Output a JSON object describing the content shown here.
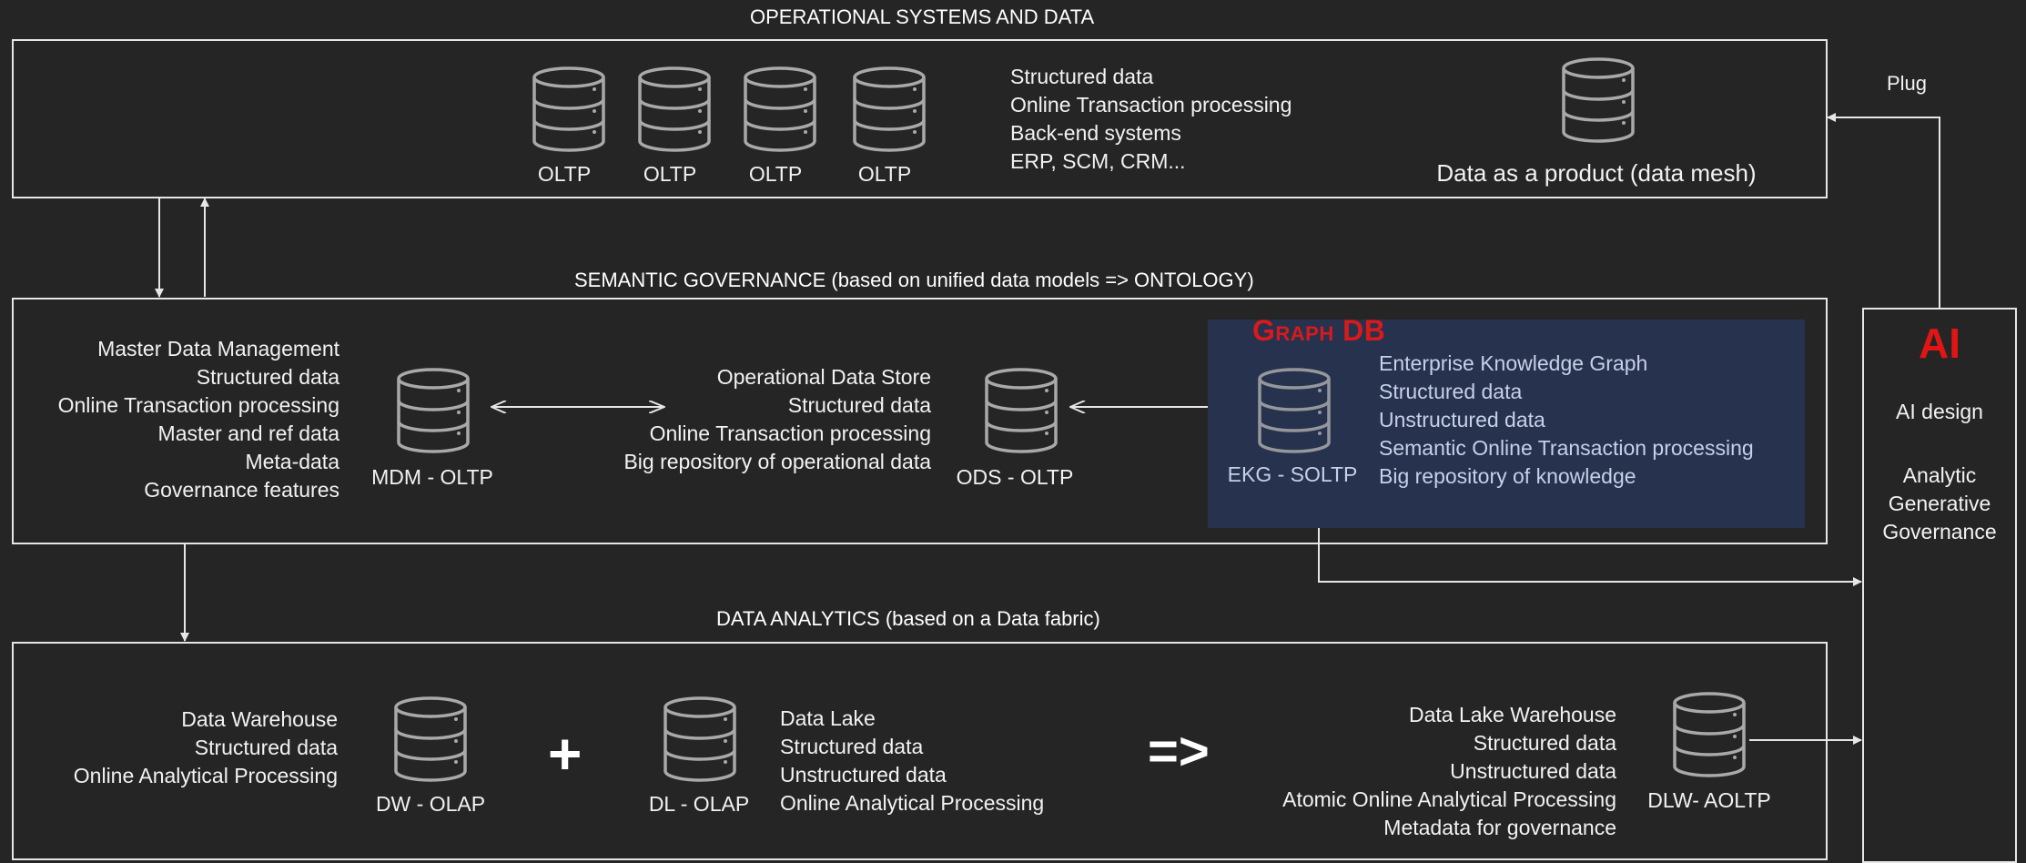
{
  "operational": {
    "title": "OPERATIONAL SYSTEMS AND DATA",
    "oltp_labels": [
      "OLTP",
      "OLTP",
      "OLTP",
      "OLTP"
    ],
    "description": [
      "Structured data",
      "Online Transaction processing",
      "Back-end systems",
      "ERP, SCM, CRM..."
    ],
    "product_label": "Data as a product (data mesh)"
  },
  "plug_label": "Plug",
  "semantic": {
    "title": "SEMANTIC GOVERNANCE (based on unified data models => ONTOLOGY)",
    "mdm_lines": [
      "Master Data Management",
      "Structured data",
      "Online Transaction processing",
      "Master and ref data",
      "Meta-data",
      "Governance features"
    ],
    "mdm_label": "MDM - OLTP",
    "ods_lines": [
      "Operational Data Store",
      "Structured data",
      "Online Transaction processing",
      "Big repository of operational data"
    ],
    "ods_label": "ODS - OLTP",
    "graph_title": "Graph DB",
    "ekg_lines": [
      "Enterprise Knowledge Graph",
      "Structured data",
      "Unstructured data",
      "Semantic Online Transaction processing",
      "Big repository of knowledge"
    ],
    "ekg_label": "EKG - SOLTP"
  },
  "analytics": {
    "title": "DATA ANALYTICS (based on a Data fabric)",
    "dw_lines": [
      "Data Warehouse",
      "Structured data",
      "Online Analytical Processing"
    ],
    "dw_label": "DW - OLAP",
    "plus": "+",
    "dl_label": "DL - OLAP",
    "dl_lines": [
      "Data Lake",
      "Structured data",
      "Unstructured data",
      "Online Analytical Processing"
    ],
    "implies": "=>",
    "dlw_lines": [
      "Data Lake Warehouse",
      "Structured data",
      "Unstructured data",
      "Atomic Online Analytical Processing",
      "Metadata for governance"
    ],
    "dlw_label": "DLW- AOLTP"
  },
  "ai": {
    "title": "AI",
    "design": "AI design",
    "lines": [
      "Analytic",
      "Generative",
      "Governance"
    ]
  },
  "colors": {
    "background": "#252525",
    "accent_red": "#d91a1a",
    "graph_panel": "#26324e"
  },
  "icons": {
    "database": "database-icon"
  }
}
